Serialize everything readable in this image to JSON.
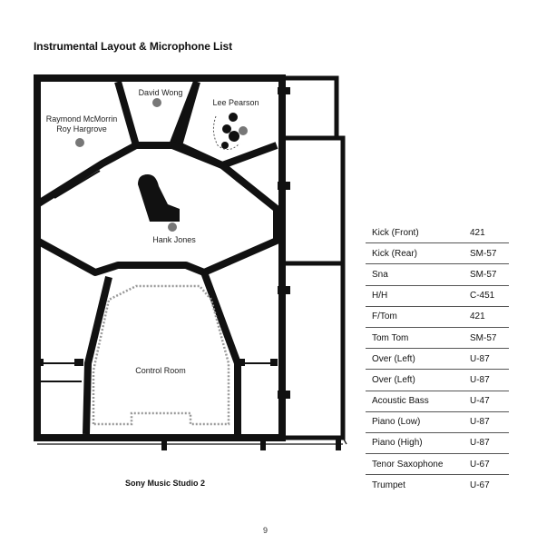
{
  "page": {
    "title": "Instrumental Layout & Microphone List",
    "studio_name": "Sony Music Studio 2",
    "page_number": "9"
  },
  "floor_plan": {
    "labels": {
      "david": "David Wong",
      "lee": "Lee Pearson",
      "raymond": "Raymond McMorrin",
      "roy": "Roy Hargrove",
      "hank": "Hank Jones",
      "control_room": "Control Room"
    }
  },
  "mic_list": [
    {
      "instrument": "Kick (Front)",
      "mic": "421"
    },
    {
      "instrument": "Kick (Rear)",
      "mic": "SM-57"
    },
    {
      "instrument": "Sna",
      "mic": "SM-57"
    },
    {
      "instrument": "H/H",
      "mic": "C-451"
    },
    {
      "instrument": "F/Tom",
      "mic": "421"
    },
    {
      "instrument": "Tom Tom",
      "mic": "SM-57"
    },
    {
      "instrument": "Over (Left)",
      "mic": "U-87"
    },
    {
      "instrument": "Over (Left)",
      "mic": "U-87"
    },
    {
      "instrument": "Acoustic Bass",
      "mic": "U-47"
    },
    {
      "instrument": "Piano (Low)",
      "mic": "U-87"
    },
    {
      "instrument": "Piano (High)",
      "mic": "U-87"
    },
    {
      "instrument": "Tenor Saxophone",
      "mic": "U-67"
    },
    {
      "instrument": "Trumpet",
      "mic": "U-67"
    }
  ]
}
